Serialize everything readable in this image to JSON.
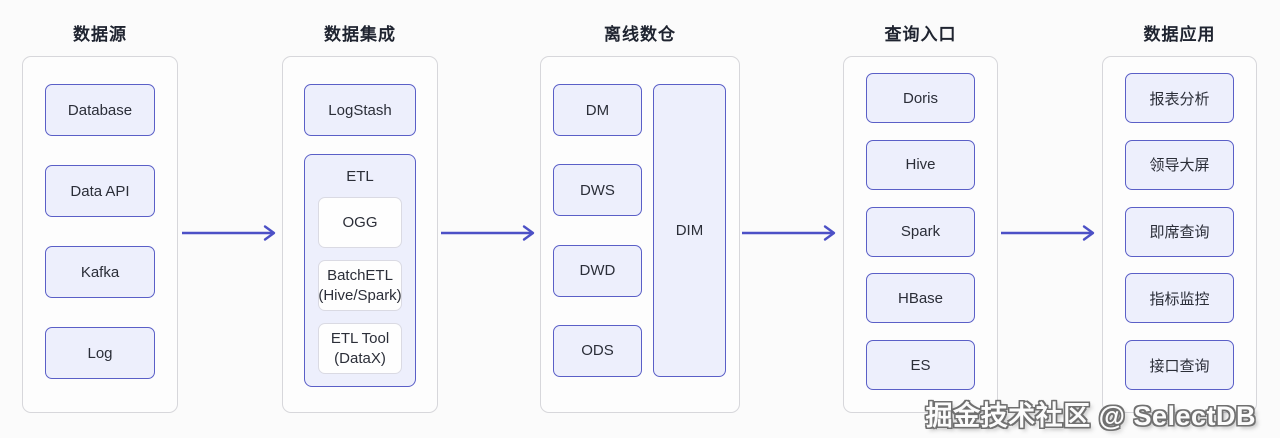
{
  "columns": [
    {
      "title": "数据源",
      "boxes": [
        "Database",
        "Data API",
        "Kafka",
        "Log"
      ]
    },
    {
      "title": "数据集成",
      "top_box": "LogStash",
      "group": {
        "label": "ETL",
        "items": [
          {
            "line1": "OGG",
            "line2": ""
          },
          {
            "line1": "BatchETL",
            "line2": "(Hive/Spark)"
          },
          {
            "line1": "ETL Tool",
            "line2": "(DataX)"
          }
        ]
      }
    },
    {
      "title": "离线数仓",
      "boxes": [
        "DM",
        "DWS",
        "DWD",
        "ODS"
      ],
      "tall_box": "DIM"
    },
    {
      "title": "查询入口",
      "boxes": [
        "Doris",
        "Hive",
        "Spark",
        "HBase",
        "ES"
      ]
    },
    {
      "title": "数据应用",
      "boxes": [
        "报表分析",
        "领导大屏",
        "即席查询",
        "指标监控",
        "接口查询"
      ]
    }
  ],
  "watermark": "掘金技术社区 @ SelectDB",
  "colors": {
    "node_border": "#5a5fc7",
    "node_fill": "#edeffc",
    "arrow": "#4c50c6"
  }
}
